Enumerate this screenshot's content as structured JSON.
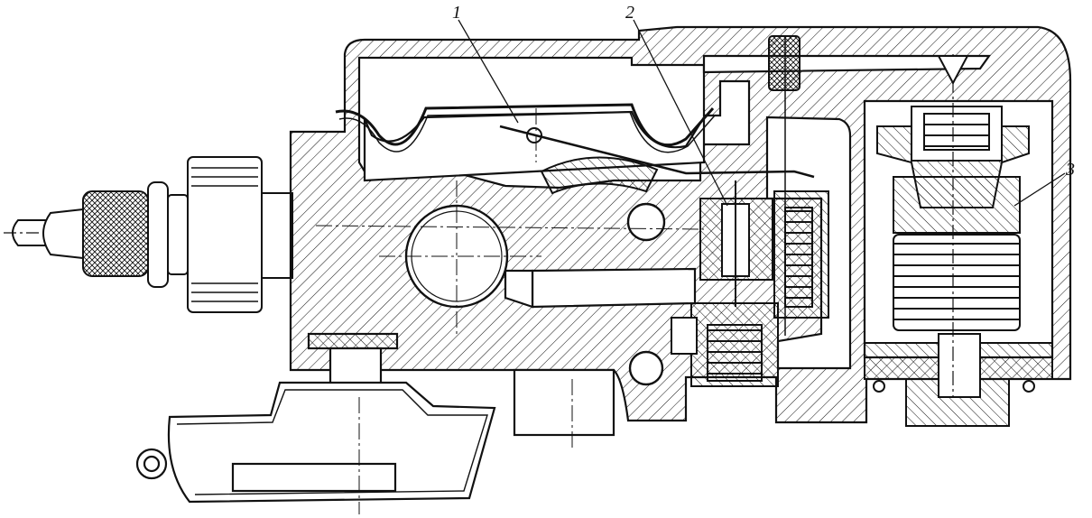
{
  "drawing": {
    "callouts": [
      {
        "id": "1",
        "label": "1"
      },
      {
        "id": "2",
        "label": "2"
      },
      {
        "id": "3",
        "label": "3"
      }
    ]
  },
  "colors": {
    "ink": "#111111",
    "paper": "#ffffff"
  }
}
